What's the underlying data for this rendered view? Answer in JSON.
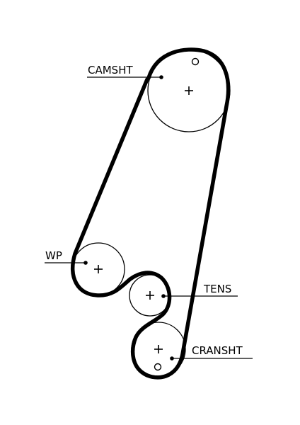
{
  "labels": {
    "camshaft": "CAMSHT",
    "water_pump": "WP",
    "tensioner": "TENS",
    "crankshaft": "CRANSHT"
  },
  "colors": {
    "line": "#000000",
    "background": "#ffffff"
  }
}
